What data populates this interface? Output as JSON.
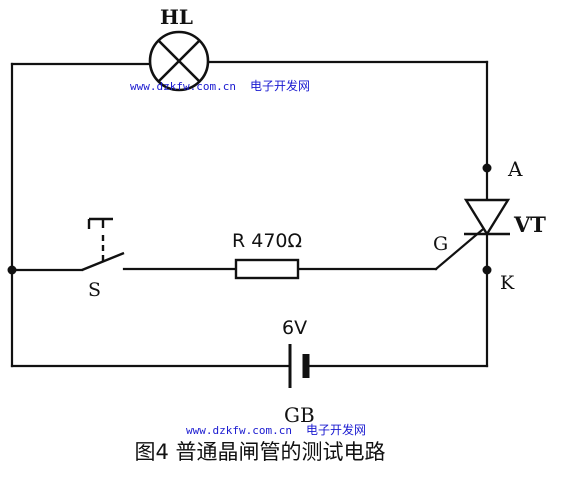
{
  "labels": {
    "lamp": "HL",
    "anode": "A",
    "thyristor": "VT",
    "gate": "G",
    "cathode": "K",
    "switch": "S",
    "resistor": "R 470Ω",
    "battery_voltage": "6V",
    "battery": "GB"
  },
  "watermarks": {
    "top": {
      "url": "www.dzkfw.com.cn",
      "cn": "电子开发网"
    },
    "bottom": {
      "url": "www.dzkfw.com.cn",
      "cn": "电子开发网"
    }
  },
  "caption": "图4 普通晶闸管的测试电路",
  "colors": {
    "wire": "#111111",
    "watermark": "#1a1ad0"
  }
}
